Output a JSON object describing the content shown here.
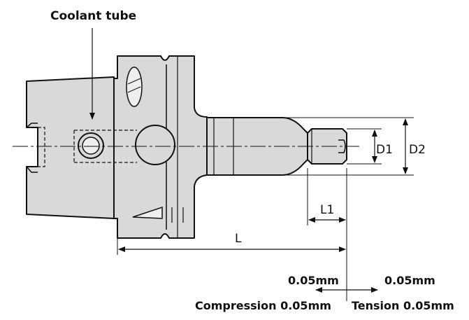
{
  "diagram": {
    "callout": "Coolant tube",
    "dimensions": {
      "d1": "D1",
      "d2": "D2",
      "l1": "L1",
      "l": "L"
    },
    "tolerance": {
      "left_value": "0.05mm",
      "right_value": "0.05mm",
      "compression": "Compression 0.05mm",
      "tension": "Tension 0.05mm"
    },
    "colors": {
      "body_fill": "#d9d9d9",
      "stroke": "#111111",
      "background": "#ffffff"
    }
  }
}
